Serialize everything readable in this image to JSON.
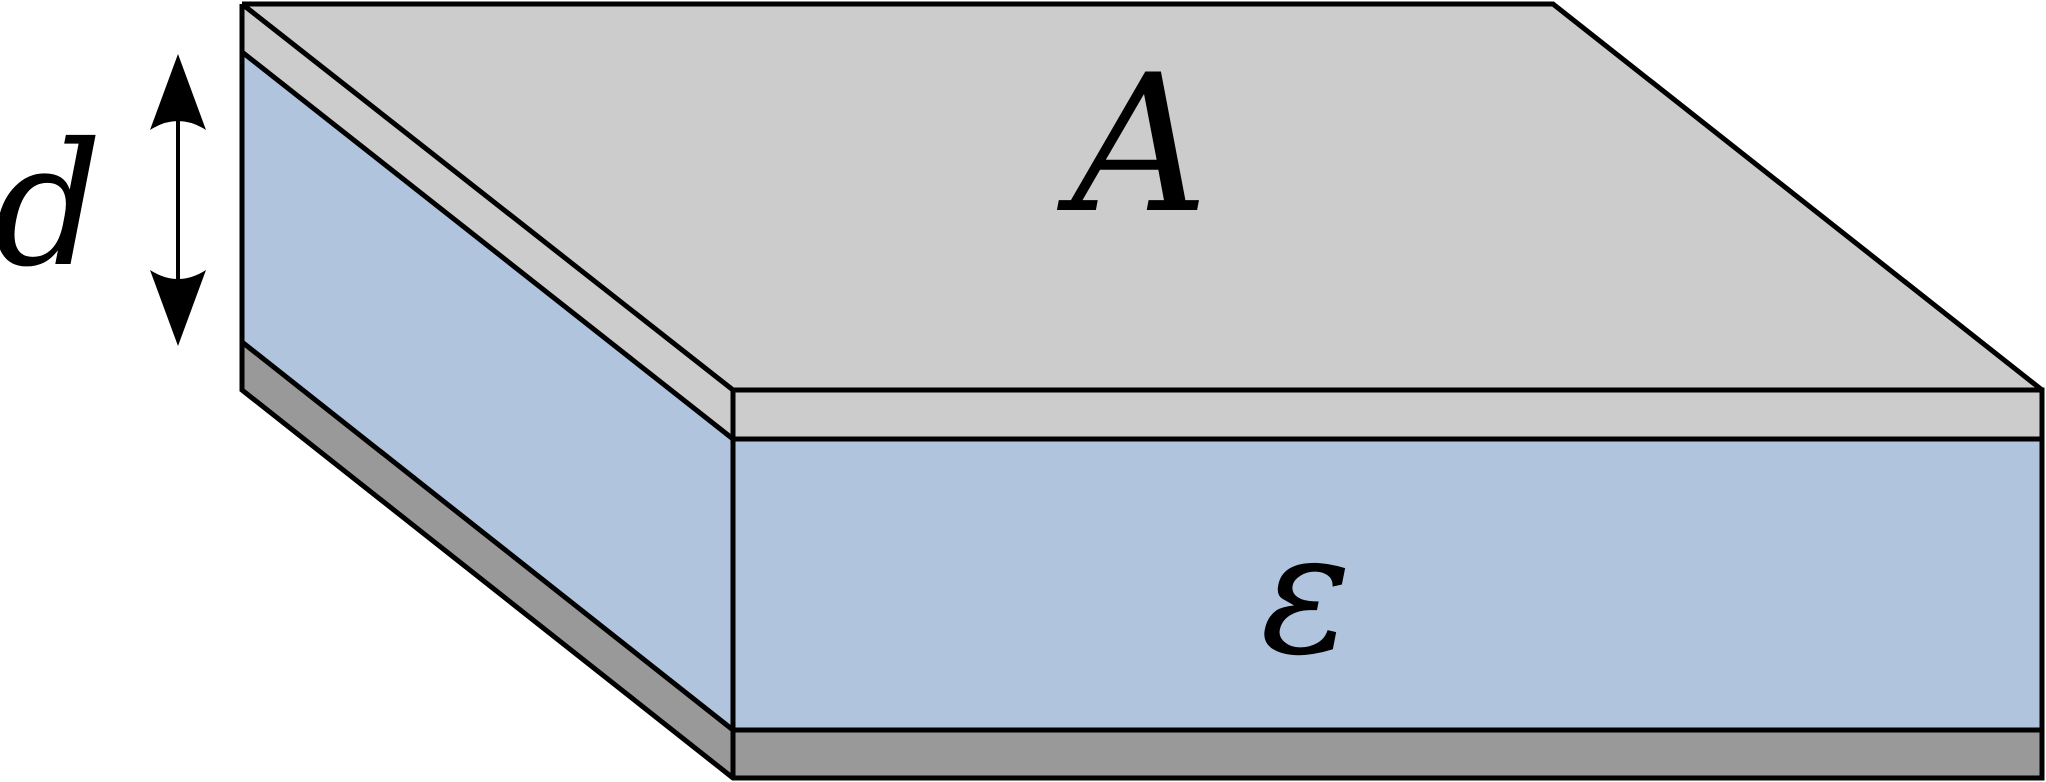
{
  "labels": {
    "thickness": "d",
    "area": "A",
    "permittivity": "ε"
  },
  "colors": {
    "top_plate": "#cccccc",
    "dielectric": "#b0c4de",
    "bottom_plate": "#999999",
    "outline": "#000000"
  }
}
